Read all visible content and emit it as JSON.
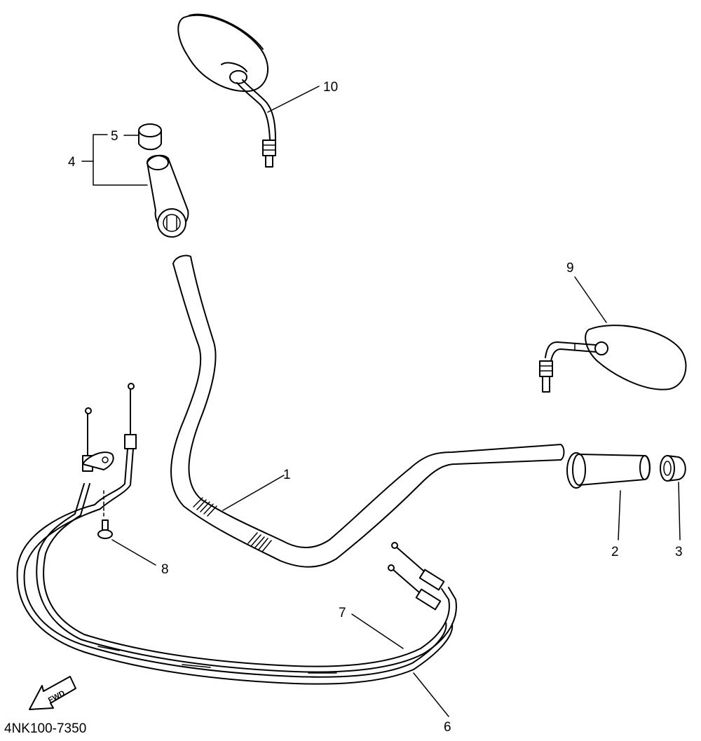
{
  "diagram": {
    "drawing_code": "4NK100-7350",
    "direction_label": "FWD",
    "callouts": [
      "1",
      "2",
      "3",
      "4",
      "5",
      "6",
      "7",
      "8",
      "9",
      "10"
    ]
  }
}
